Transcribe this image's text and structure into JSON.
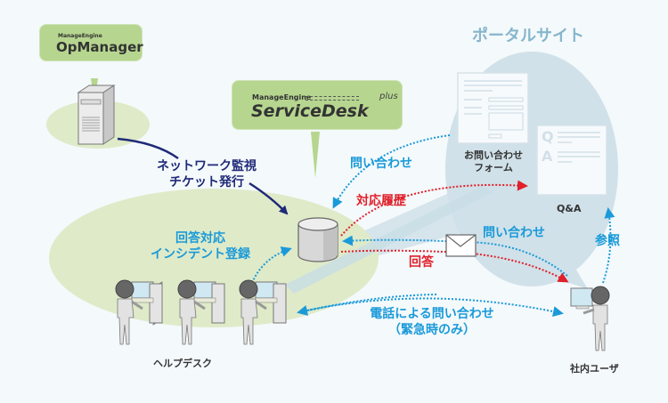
{
  "portal": {
    "title": "ポータルサイト",
    "form_label_line1": "お問い合わせ",
    "form_label_line2": "フォーム",
    "qa_label": "Q&A",
    "qa_q": "Q",
    "qa_a": "A"
  },
  "opmanager": {
    "brand": "ManageEngine",
    "product": "OpManager"
  },
  "servicedesk": {
    "brand": "ManageEngine",
    "product": "ServiceDesk",
    "suffix": "plus"
  },
  "labels": {
    "network_monitor_line1": "ネットワーク監視",
    "network_monitor_line2": "チケット発行",
    "inquiry_form": "問い合わせ",
    "history": "対応履歴",
    "response_line1": "回答対応",
    "response_line2": "インシデント登録",
    "inquiry_mail": "問い合わせ",
    "answer": "回答",
    "reference": "参照",
    "phone_line1": "電話による問い合わせ",
    "phone_line2": "（緊急時のみ）",
    "helpdesk": "ヘルプデスク",
    "internal_user": "社内ユーザ"
  },
  "colors": {
    "navy": "#1f2a78",
    "blue": "#1a9ad9",
    "red": "#e0202a",
    "green_bubble": "#b6d68f",
    "green_area": "#dfeac8",
    "portal_circle": "#d0e1e9"
  }
}
